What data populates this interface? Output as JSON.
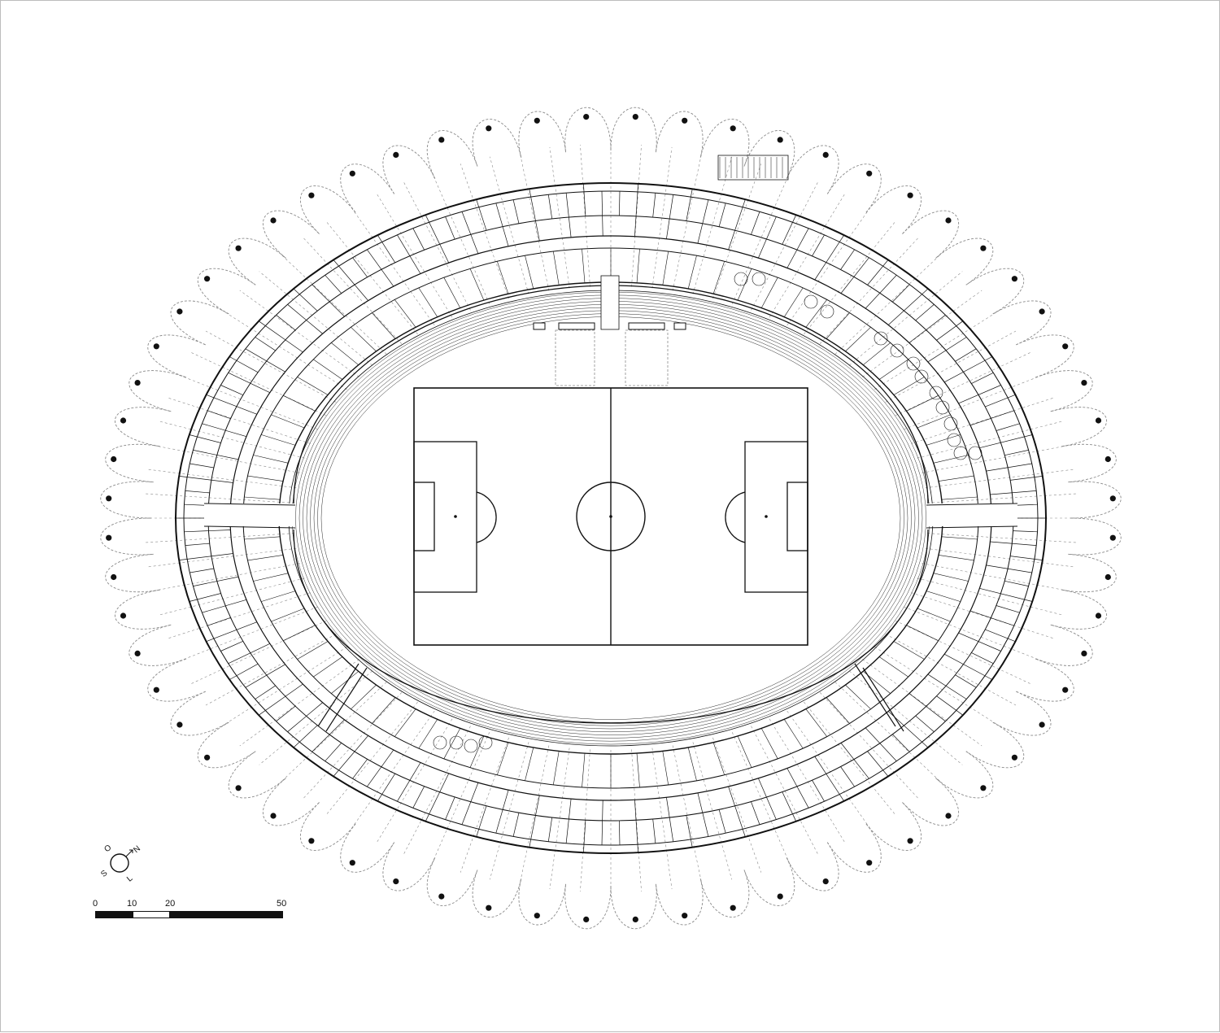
{
  "compass": {
    "north": "N",
    "south": "S",
    "east": "L",
    "west": "O"
  },
  "scale_bar": {
    "labels": [
      "0",
      "10",
      "20",
      "50"
    ]
  },
  "colors": {
    "line": "#111111",
    "dashed": "#8a8a8a",
    "background": "#ffffff",
    "frame": "#bdbdbd"
  }
}
